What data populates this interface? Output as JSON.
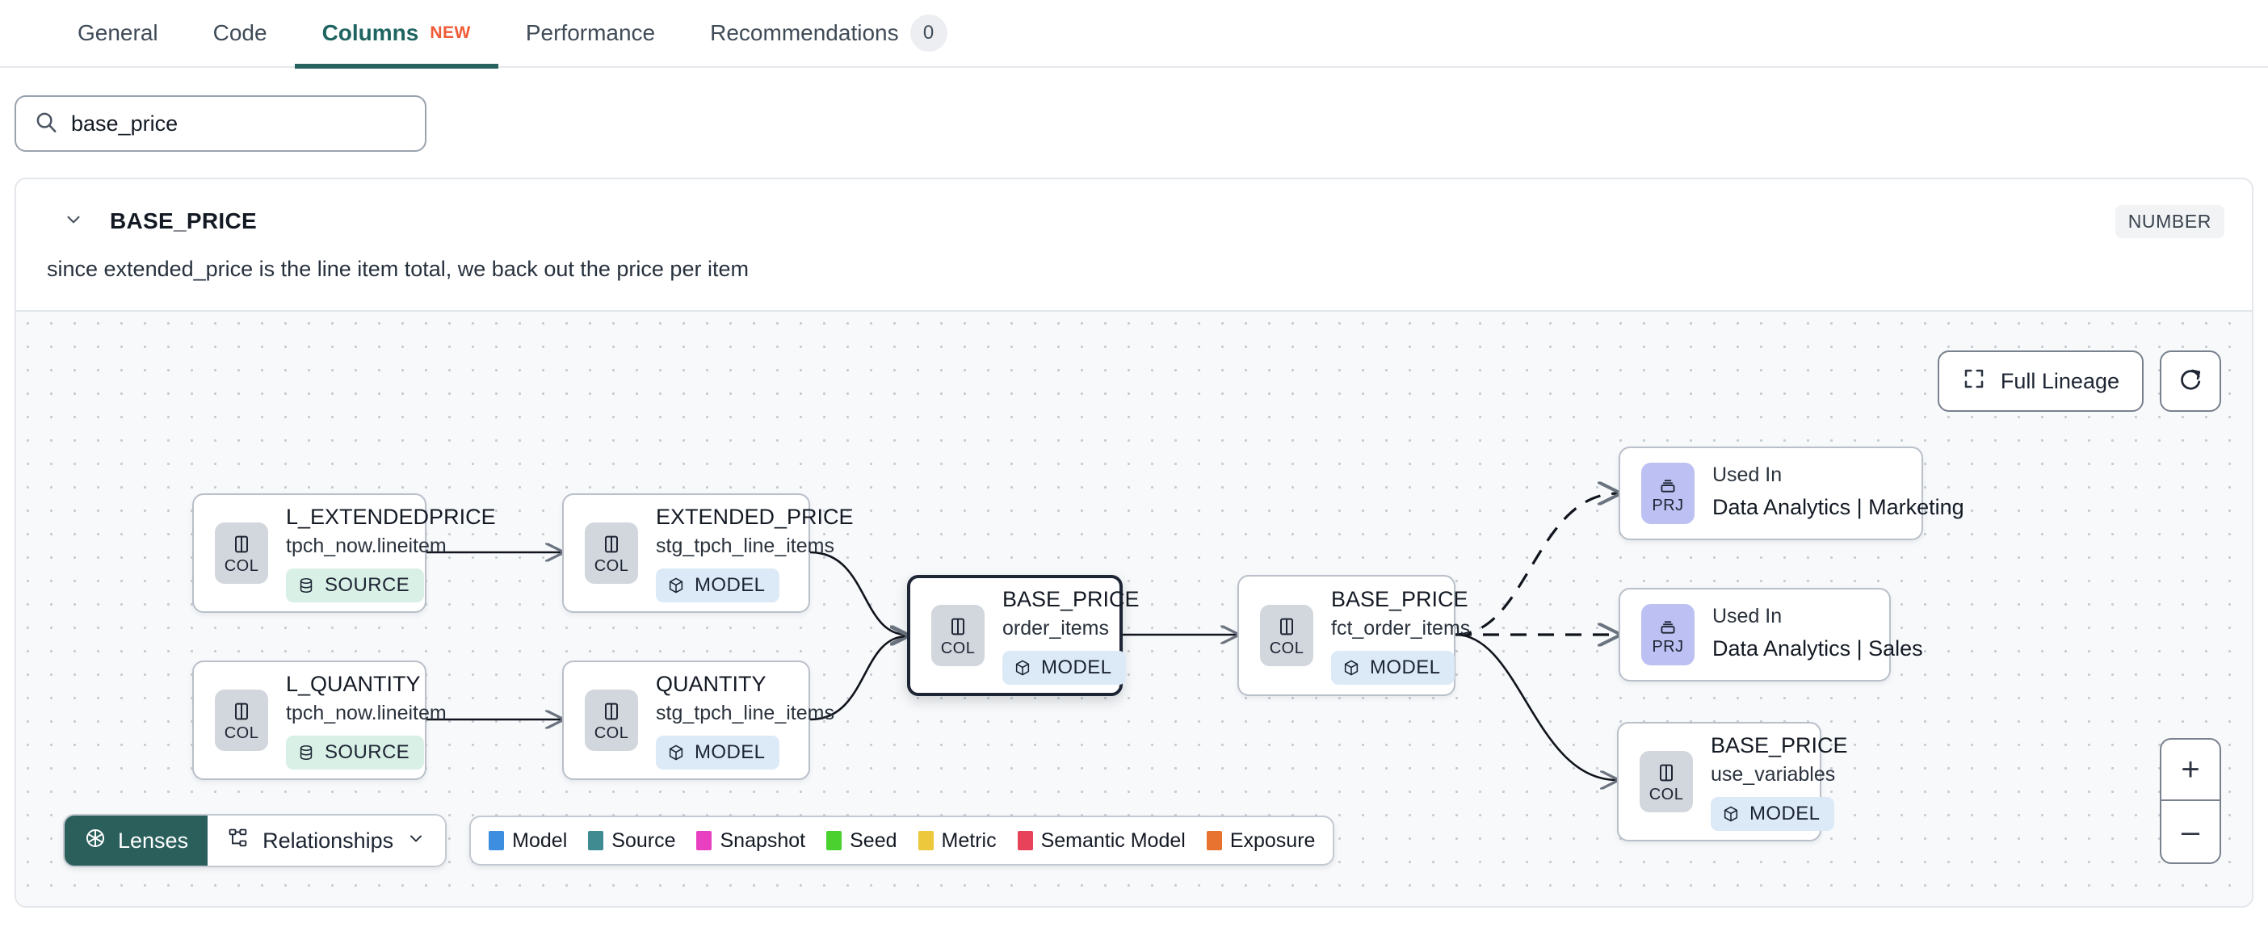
{
  "tabs": [
    {
      "label": "General",
      "active": false,
      "badge": null,
      "new": false
    },
    {
      "label": "Code",
      "active": false,
      "badge": null,
      "new": false
    },
    {
      "label": "Columns",
      "active": true,
      "badge": null,
      "new": true,
      "new_label": "NEW"
    },
    {
      "label": "Performance",
      "active": false,
      "badge": null,
      "new": false
    },
    {
      "label": "Recommendations",
      "active": false,
      "badge": "0",
      "new": false
    }
  ],
  "search": {
    "value": "base_price",
    "icon": "search-icon"
  },
  "column": {
    "name": "BASE_PRICE",
    "type_badge": "NUMBER",
    "description": "since extended_price is the line item total, we back out the price per item",
    "expanded": true
  },
  "canvas_controls": {
    "full_lineage_label": "Full Lineage",
    "refresh_icon": "refresh-icon",
    "zoom_in": "+",
    "zoom_out": "–"
  },
  "toolbar": {
    "lenses_label": "Lenses",
    "relationships_label": "Relationships",
    "chevron": "∨"
  },
  "legend": {
    "items": [
      {
        "label": "Model",
        "color": "#3d8ee0"
      },
      {
        "label": "Source",
        "color": "#3f8b91"
      },
      {
        "label": "Snapshot",
        "color": "#e840c0"
      },
      {
        "label": "Seed",
        "color": "#4ad02f"
      },
      {
        "label": "Metric",
        "color": "#edc73c"
      },
      {
        "label": "Semantic Model",
        "color": "#e8415a"
      },
      {
        "label": "Exposure",
        "color": "#e8722f"
      }
    ]
  },
  "graph": {
    "nodes": [
      {
        "id": "n1",
        "name": "L_EXTENDEDPRICE",
        "sub": "tpch_now.lineitem",
        "chip": "COL",
        "chip_kind": "col",
        "pill": "SOURCE",
        "pill_kind": "source",
        "focus": false
      },
      {
        "id": "n2",
        "name": "L_QUANTITY",
        "sub": "tpch_now.lineitem",
        "chip": "COL",
        "chip_kind": "col",
        "pill": "SOURCE",
        "pill_kind": "source",
        "focus": false
      },
      {
        "id": "n3",
        "name": "EXTENDED_PRICE",
        "sub": "stg_tpch_line_items",
        "chip": "COL",
        "chip_kind": "col",
        "pill": "MODEL",
        "pill_kind": "model",
        "focus": false
      },
      {
        "id": "n4",
        "name": "QUANTITY",
        "sub": "stg_tpch_line_items",
        "chip": "COL",
        "chip_kind": "col",
        "pill": "MODEL",
        "pill_kind": "model",
        "focus": false
      },
      {
        "id": "n5",
        "name": "BASE_PRICE",
        "sub": "order_items",
        "chip": "COL",
        "chip_kind": "col",
        "pill": "MODEL",
        "pill_kind": "model",
        "focus": true
      },
      {
        "id": "n6",
        "name": "BASE_PRICE",
        "sub": "fct_order_items",
        "chip": "COL",
        "chip_kind": "col",
        "pill": "MODEL",
        "pill_kind": "model",
        "focus": false
      },
      {
        "id": "n7",
        "name": "Used In",
        "sub": "Data Analytics | Marketing",
        "chip": "PRJ",
        "chip_kind": "prj",
        "pill": null,
        "pill_kind": null,
        "focus": false
      },
      {
        "id": "n8",
        "name": "Used In",
        "sub": "Data Analytics | Sales",
        "chip": "PRJ",
        "chip_kind": "prj",
        "pill": null,
        "pill_kind": null,
        "focus": false
      },
      {
        "id": "n9",
        "name": "BASE_PRICE",
        "sub": "use_variables",
        "chip": "COL",
        "chip_kind": "col",
        "pill": "MODEL",
        "pill_kind": "model",
        "focus": false
      }
    ],
    "edges": [
      {
        "from": "n1",
        "to": "n3",
        "style": "solid"
      },
      {
        "from": "n2",
        "to": "n4",
        "style": "solid"
      },
      {
        "from": "n3",
        "to": "n5",
        "style": "solid"
      },
      {
        "from": "n4",
        "to": "n5",
        "style": "solid"
      },
      {
        "from": "n5",
        "to": "n6",
        "style": "solid"
      },
      {
        "from": "n6",
        "to": "n7",
        "style": "dashed"
      },
      {
        "from": "n6",
        "to": "n8",
        "style": "dashed"
      },
      {
        "from": "n6",
        "to": "n9",
        "style": "solid"
      }
    ]
  }
}
